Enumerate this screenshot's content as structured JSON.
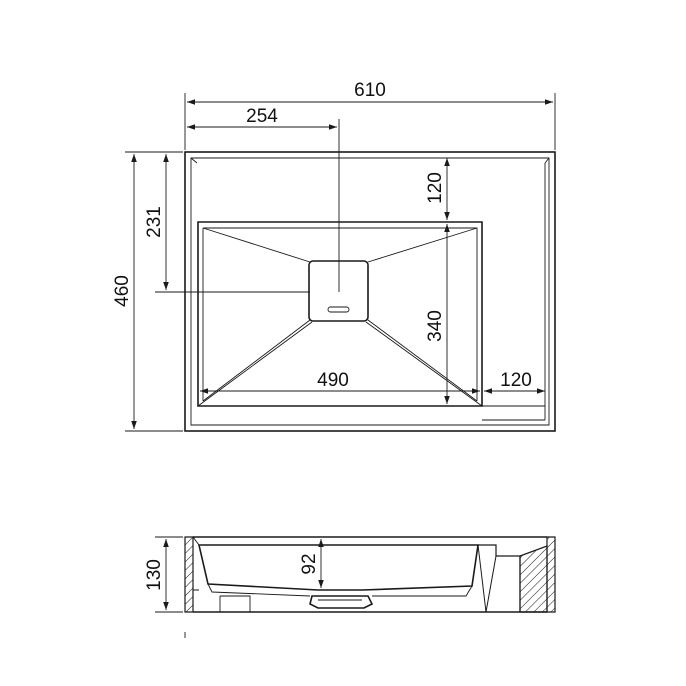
{
  "top_view": {
    "dims": {
      "overall_width": "610",
      "drain_offset": "254",
      "overall_depth": "460",
      "drain_depth_offset": "231",
      "rim_top": "120",
      "bowl_depth": "340",
      "bowl_width": "490",
      "deck_width": "120"
    }
  },
  "side_view": {
    "dims": {
      "height": "130",
      "bowl_height": "92"
    }
  },
  "colors": {
    "line": "#1a1a1a",
    "background": "#ffffff"
  }
}
